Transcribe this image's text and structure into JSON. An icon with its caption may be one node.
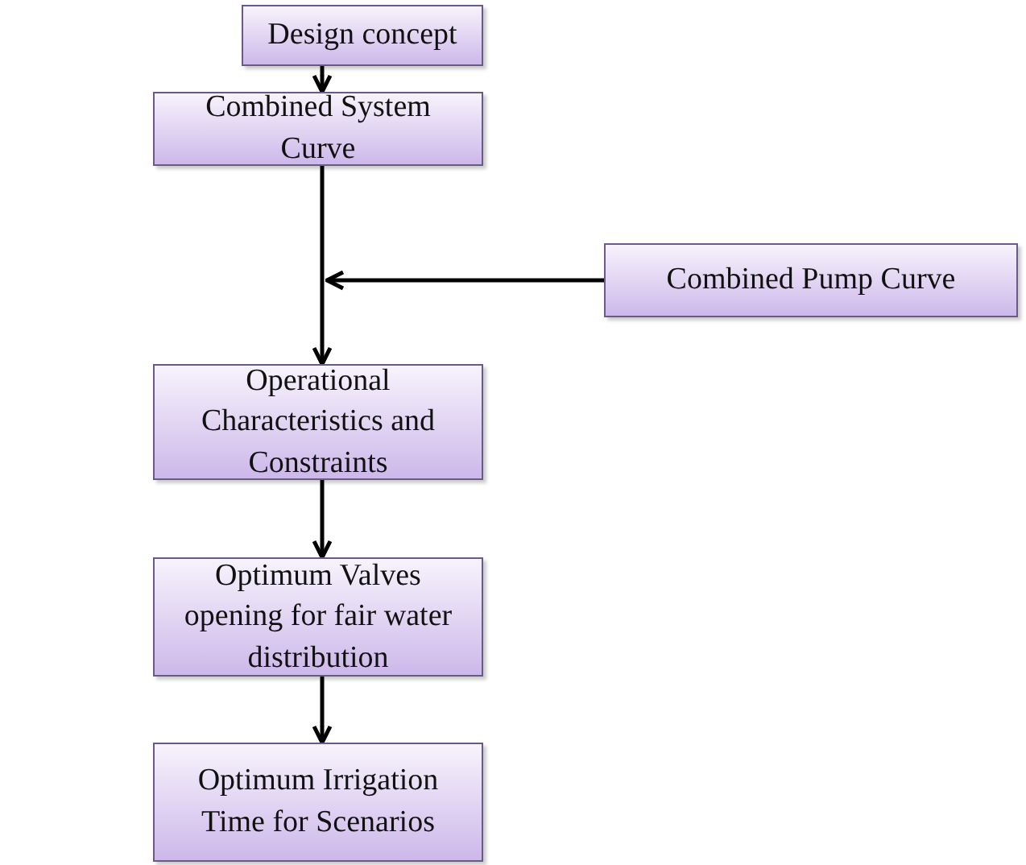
{
  "diagram": {
    "nodes": [
      {
        "text": [
          "Design concept"
        ]
      },
      {
        "text": [
          "Combined System Curve"
        ]
      },
      {
        "text": [
          "Combined Pump Curve"
        ]
      },
      {
        "text": [
          "Operational Characteristics and Constraints"
        ]
      },
      {
        "text": [
          "Optimum Valves opening for fair water distribution"
        ]
      },
      {
        "text": [
          "Optimum Irrigation Time for Scenarios"
        ]
      }
    ],
    "edges": [
      {
        "from": 0,
        "to": 1,
        "arrow": "to"
      },
      {
        "from": 1,
        "to": 3,
        "arrow": "to"
      },
      {
        "from": 2,
        "to": null,
        "arrow": "to"
      },
      {
        "from": 3,
        "to": 4,
        "arrow": "to"
      },
      {
        "from": 4,
        "to": 5,
        "arrow": "to"
      }
    ]
  }
}
